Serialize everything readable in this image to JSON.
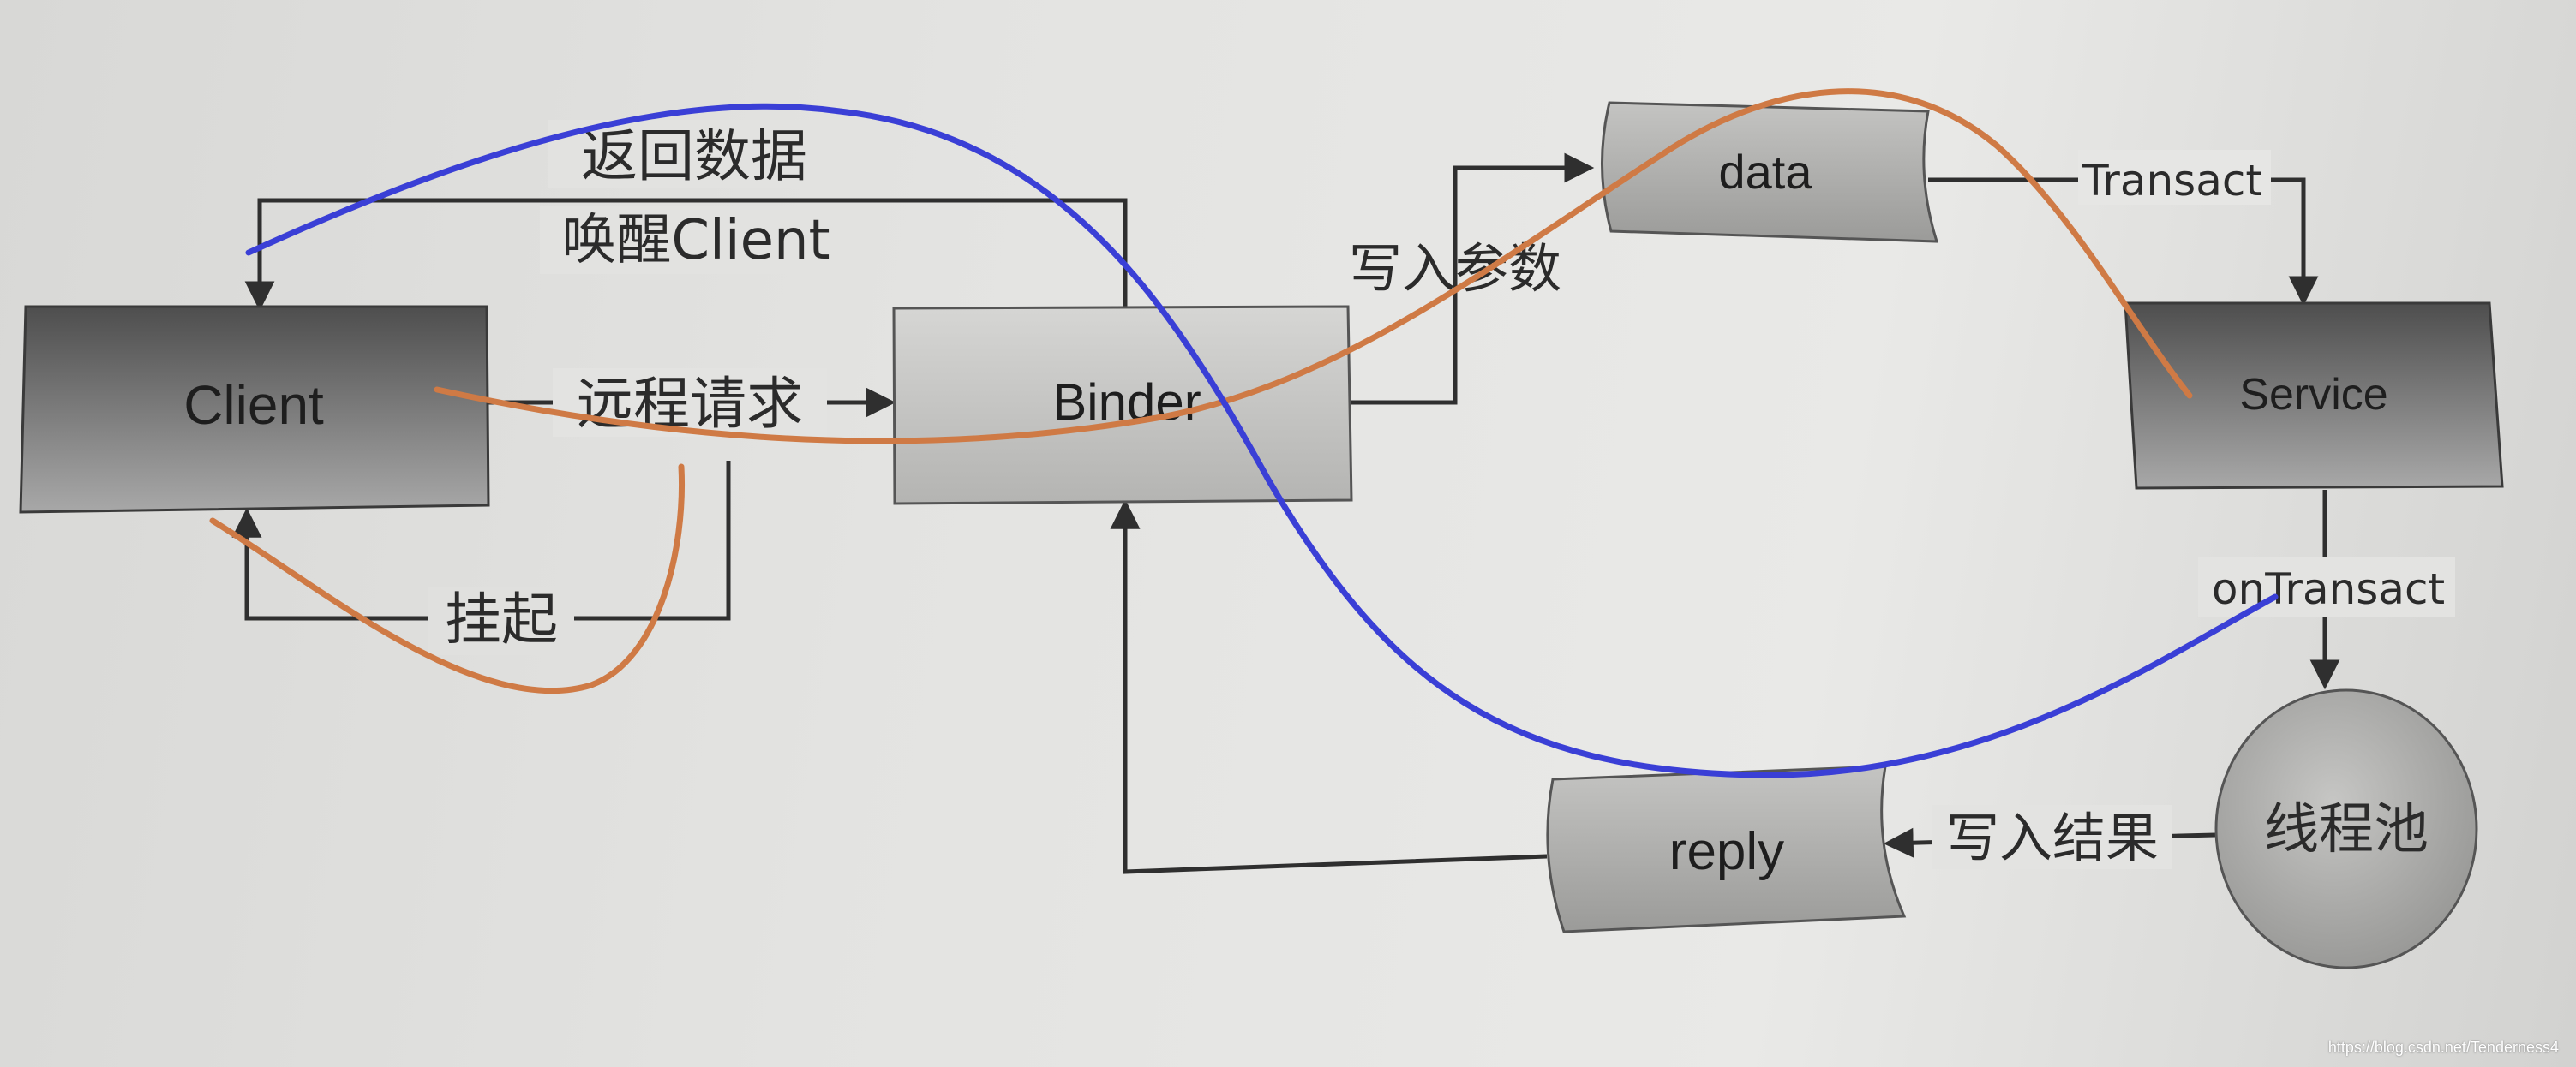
{
  "nodes": {
    "client": "Client",
    "binder": "Binder",
    "data": "data",
    "service": "Service",
    "thread_pool": "线程池",
    "reply": "reply"
  },
  "edge_labels": {
    "return_data": "返回数据",
    "wake_client": "唤醒Client",
    "remote_request": "远程请求",
    "suspend": "挂起",
    "write_params": "写入参数",
    "transact": "Transact",
    "on_transact": "onTransact",
    "write_result": "写入结果"
  },
  "annotation_colors": {
    "request_path": "#cf7a45",
    "return_path": "#3a3fd6"
  },
  "watermark": "https://blog.csdn.net/Tenderness4"
}
